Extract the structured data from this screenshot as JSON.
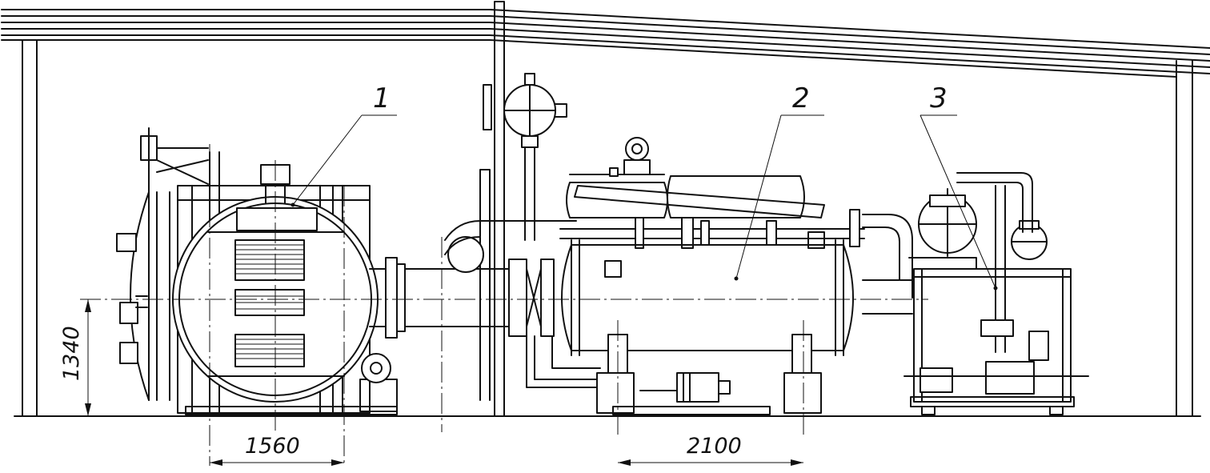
{
  "positions": {
    "p1": "1",
    "p2": "2",
    "p3": "3"
  },
  "dimensions": {
    "height_left": "1340",
    "width_chamber": "1560",
    "span_supports": "2100"
  }
}
